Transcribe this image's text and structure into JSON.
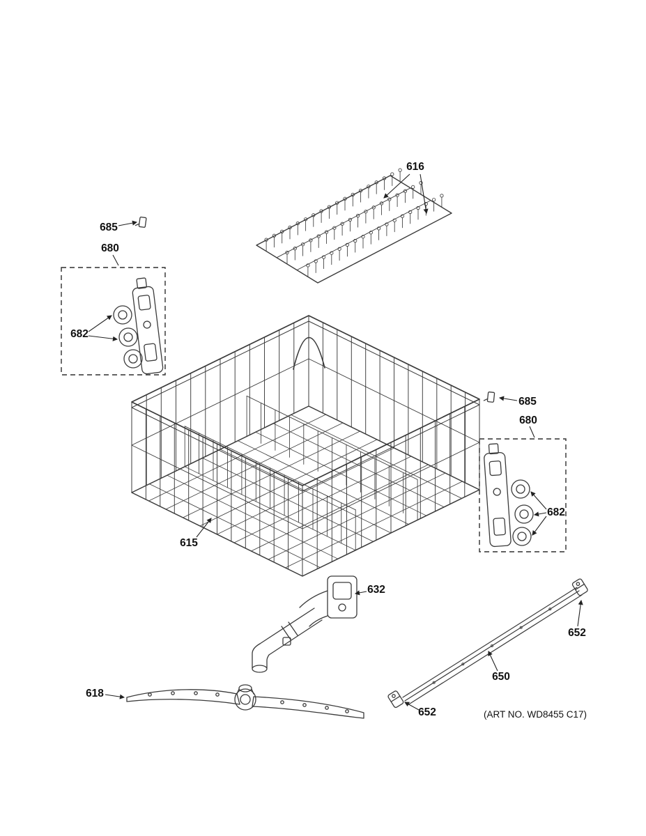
{
  "diagram": {
    "art_no": "(ART NO. WD8455 C17)",
    "callouts": {
      "tine_assembly": "616",
      "rack": "615",
      "clip_left": "685",
      "clip_right": "685",
      "adjuster_left": "680",
      "adjuster_right": "680",
      "rollers_left": "682",
      "rollers_right": "682",
      "conduit": "632",
      "spray_arm": "618",
      "rail": "650",
      "rail_end_cap_top": "652",
      "rail_end_cap_bottom": "652"
    },
    "colors": {
      "line": "#3a3a3a",
      "label": "#111111",
      "background": "#ffffff"
    }
  }
}
